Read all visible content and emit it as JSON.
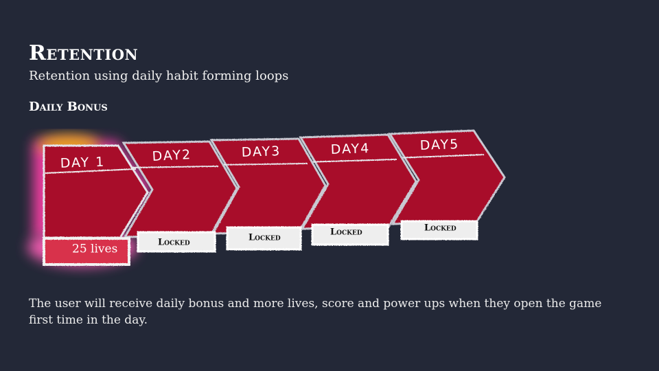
{
  "slide": {
    "title": "Retention",
    "subtitle": "Retention using daily habit forming loops",
    "section_heading": "Daily Bonus",
    "description": "The user will receive daily bonus and more lives, score and power ups when they open the game first time in the day."
  },
  "days": [
    {
      "label": "DAY 1",
      "reward": "25 lives"
    },
    {
      "label": "DAY2",
      "reward": "Locked"
    },
    {
      "label": "DAY3",
      "reward": "Locked"
    },
    {
      "label": "DAY4",
      "reward": "Locked"
    },
    {
      "label": "DAY5",
      "reward": "Locked"
    }
  ],
  "colors": {
    "background": "#232837",
    "chevron_red": "#a8102c",
    "glow": "#ff3fa8",
    "reward_bar_red": "#d8324c"
  }
}
